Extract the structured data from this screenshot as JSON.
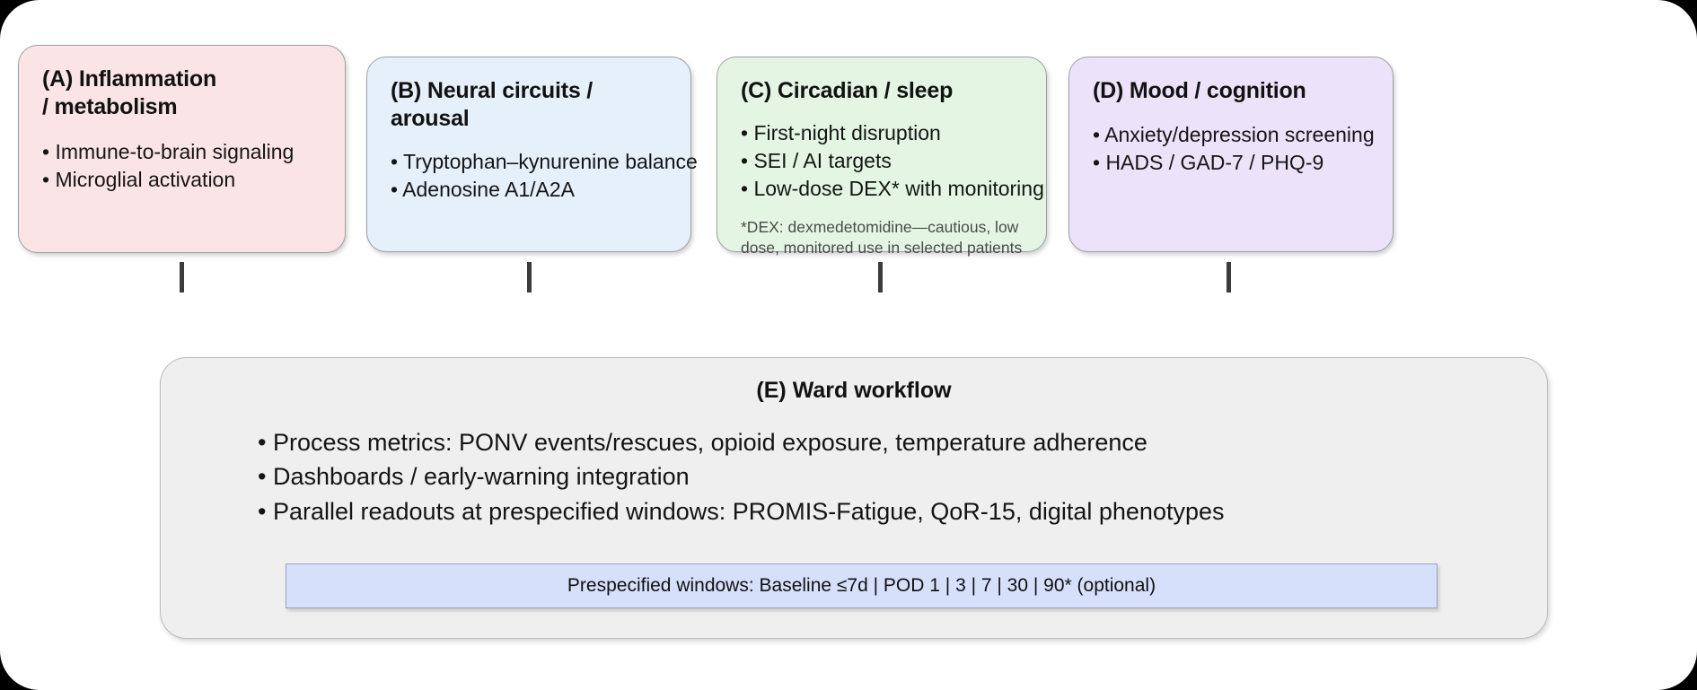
{
  "figure": {
    "background_color": "#ffffff",
    "outer_color": "#000000"
  },
  "panels": [
    {
      "id": "A",
      "title": "(A) Inflammation / metabolism",
      "title_line1": "(A) Inflammation",
      "title_line2": " / metabolism",
      "color": "#fbe4e6",
      "bullets": [
        "• Immune-to-brain signaling",
        "• Microglial activation"
      ]
    },
    {
      "id": "B",
      "title": "(B) Neural circuits / arousal",
      "color": "#e6f0fb",
      "bullets": [
        "• Tryptophan–kynurenine balance",
        "• Adenosine A1/A2A"
      ]
    },
    {
      "id": "C",
      "title": "(C) Circadian / sleep",
      "color": "#e4f6e3",
      "bullets": [
        "• First-night disruption",
        "• SEI / AI targets",
        "• Low-dose DEX* with monitoring"
      ],
      "footnote": "*DEX: dexmedetomidine—cautious, low dose, monitored use in selected patients"
    },
    {
      "id": "D",
      "title": "(D) Mood / cognition",
      "color": "#ece3fa",
      "bullets": [
        "• Anxiety/depression screening",
        "• HADS / GAD-7 / PHQ-9"
      ]
    }
  ],
  "workflow": {
    "title": "(E) Ward workflow",
    "color": "#efefef",
    "bullets": [
      "• Process metrics: PONV events/rescues, opioid exposure, temperature adherence",
      "• Dashboards / early-warning integration",
      "• Parallel readouts at prespecified windows: PROMIS-Fatigue, QoR-15, digital phenotypes"
    ],
    "windows_bar": {
      "label": "Prespecified windows: Baseline ≤7d | POD 1 | 3 | 7 | 30 | 90* (optional)",
      "color": "#d7e0fb"
    }
  }
}
